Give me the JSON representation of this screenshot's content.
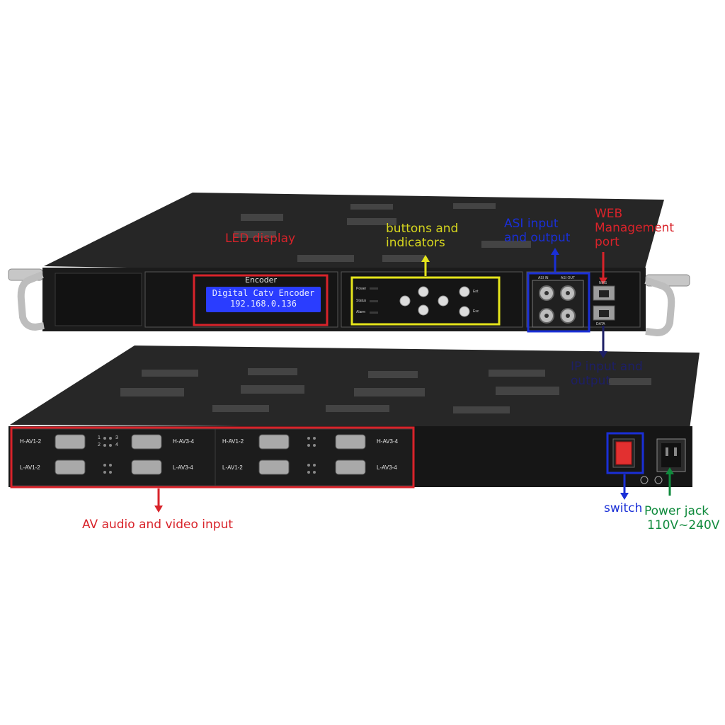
{
  "front_panel": {
    "led_title": "Encoder",
    "led_line1": "Digital Catv Encoder",
    "led_line2": "192.168.0.136",
    "indicators": [
      "Power",
      "Status",
      "Alarm"
    ],
    "buttons": [
      "Ent",
      "Esc"
    ],
    "asi_ports": [
      "ASI IN",
      "ASI OUT"
    ],
    "rj45_ports": [
      "NMS",
      "DATA"
    ]
  },
  "rear_panel": {
    "av_ports": [
      "H-AV1-2",
      "H-AV3-4",
      "L-AV1-2",
      "L-AV3-4",
      "H-AV1-2",
      "H-AV3-4",
      "L-AV1-2",
      "L-AV3-4"
    ],
    "led_numbers": [
      "1",
      "3",
      "2",
      "4"
    ]
  },
  "callouts": {
    "led_display": "LED display",
    "buttons_indicators": "buttons and\nindicators",
    "asi_io": "ASI input\nand output",
    "web_mgmt": "WEB\nManagement\nport",
    "ip_io": "IP input and\noutput",
    "av_input": "AV audio and video input",
    "switch": "switch",
    "power_jack_1": "Power jack",
    "power_jack_2": "110V~240V"
  },
  "colors": {
    "red": "#d8232a",
    "yellow": "#e5e51c",
    "blue": "#1a2fd6",
    "navy": "#1d1f66",
    "green": "#0f8a3c",
    "lcd": "#2a3dff"
  }
}
